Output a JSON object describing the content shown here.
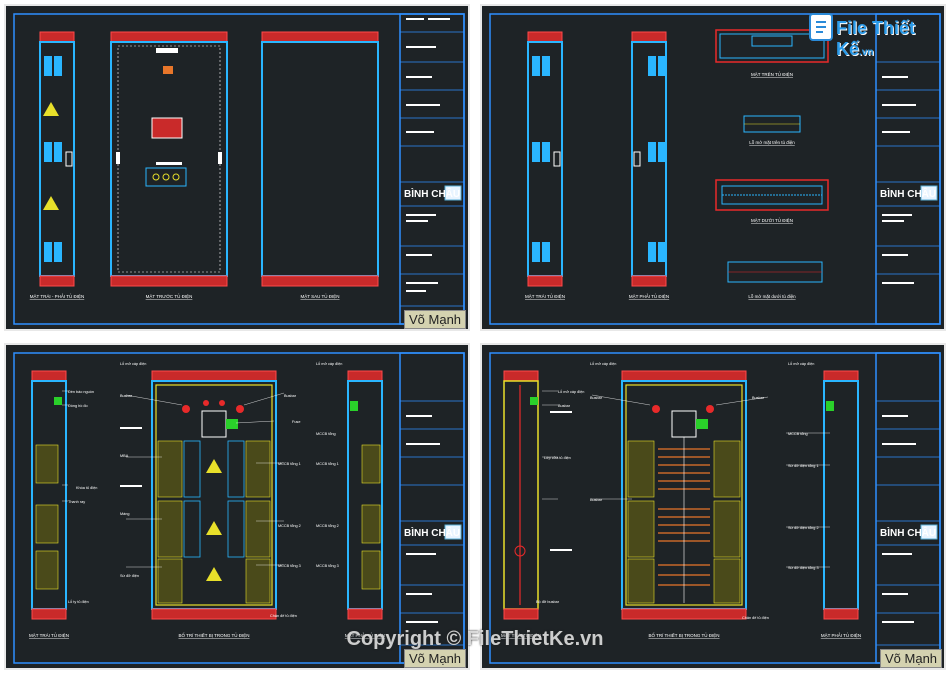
{
  "brand": {
    "name": "File Thiết Kế",
    "suffix": ".vn"
  },
  "watermark": "Copyright © FileThietKe.vn",
  "colors": {
    "sheet_bg": "#1e2326",
    "frame": "#2f8fff",
    "cabinet": "#2ab6ff",
    "red": "#e82a2a",
    "yellow": "#e8e02a",
    "white": "#ffffff"
  },
  "sheets": [
    {
      "company": "BÌNH CHÂU",
      "designer": "Võ Mạnh",
      "captions": [
        "MẶT TRÁI - PHẢI TỦ ĐIỆN",
        "MẶT TRƯỚC TỦ ĐIỆN",
        "MẶT SAU TỦ ĐIỆN"
      ]
    },
    {
      "company": "BÌNH CHÂU",
      "designer": "",
      "captions": [
        "MẶT TRÁI TỦ ĐIỆN",
        "MẶT PHẢI TỦ ĐIỆN",
        "MẶT TRÊN TỦ ĐIỆN",
        "Lỗ mở mặt trên tủ điện",
        "MẶT DƯỚI TỦ ĐIỆN",
        "Lỗ mở mặt dưới tủ điện"
      ]
    },
    {
      "company": "BÌNH CHÂU",
      "designer": "Võ Mạnh",
      "captions": [
        "MẶT TRÁI TỦ ĐIỆN",
        "BỐ TRÍ THIẾT BỊ TRONG TỦ ĐIỆN",
        "MẶT PHẢI TỦ ĐIỆN"
      ],
      "labels_left": [
        "Đèn báo nguồn",
        "Đồng hồ đo",
        "Khóa tủ điện",
        "Thanh ray",
        "Lỗ ty tủ điện"
      ],
      "labels_center": [
        "Lỗ mở cáp điện",
        "Busbar",
        "MBA",
        "Máng",
        "Sứ đỡ điện",
        "Busbar",
        "Fuse",
        "MCCB tổng 1",
        "MCCB tổng 2",
        "MCCB tổng 3",
        "Chân đế tủ điện"
      ],
      "labels_right": [
        "Lỗ mở cáp điện",
        "MCCB tổng",
        "MCCB tổng 1",
        "MCCB tổng 2",
        "MCCB tổng 3"
      ]
    },
    {
      "company": "BÌNH CHÂU",
      "designer": "Võ Mạnh",
      "captions": [
        "MẶT TRÁI TỦ ĐIỆN",
        "BỐ TRÍ THIẾT BỊ TRONG TỦ ĐIỆN",
        "MẶT PHẢI TỦ ĐIỆN"
      ],
      "labels_left": [
        "Lỗ mở cáp điện",
        "Busbar",
        "Lớp cửa tủ điện",
        "Busbar",
        "Bộ đỡ busbar"
      ],
      "labels_center": [
        "Lỗ mở cáp điện",
        "Busbar",
        "Busbar",
        "Chân đế tủ điện"
      ],
      "labels_right": [
        "Lỗ mở cáp điện",
        "MCCB tổng",
        "Sứ đỡ điện tổng 1",
        "Sứ đỡ điện tổng 2",
        "Sứ đỡ điện tổng 3"
      ]
    }
  ]
}
